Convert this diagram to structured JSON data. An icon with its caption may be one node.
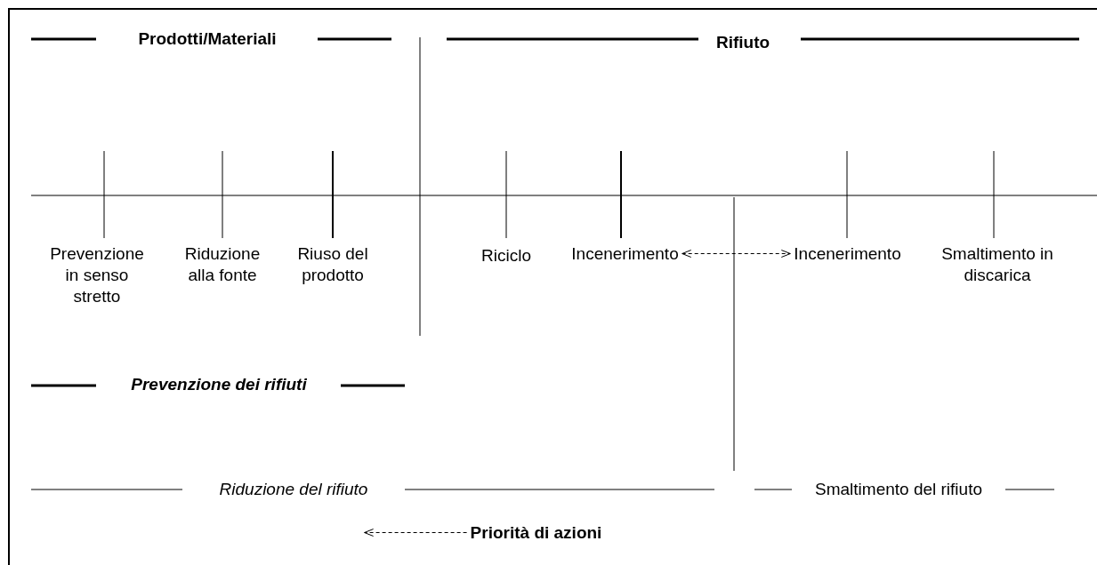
{
  "diagram": {
    "nodes": [
      {
        "text": [
          "Prevenzione in senso stretto"
        ]
      },
      {
        "text": [
          "Riduzione alla fonte"
        ]
      },
      {
        "text": [
          "Riuso del prodotto"
        ]
      },
      {
        "text": [
          "Riciclo"
        ]
      },
      {
        "text": [
          "Incenerimento"
        ]
      },
      {
        "text": [
          "Incenerimento"
        ]
      },
      {
        "text": [
          "Smaltimento in discarica"
        ]
      },
      {
        "text": [
          "Priorità di azioni"
        ]
      }
    ],
    "edges": [
      {
        "from": 4,
        "to": 5,
        "arrow": "both",
        "style": "dashed"
      },
      {
        "from": 7,
        "to": null,
        "arrow": "to",
        "style": "dashed"
      }
    ],
    "labels": [
      "Prodotti/Materiali",
      "Rifiuto",
      "Prevenzione dei rifiuti",
      "Riduzione del rifiuto",
      "Smaltimento del rifiuto"
    ]
  }
}
